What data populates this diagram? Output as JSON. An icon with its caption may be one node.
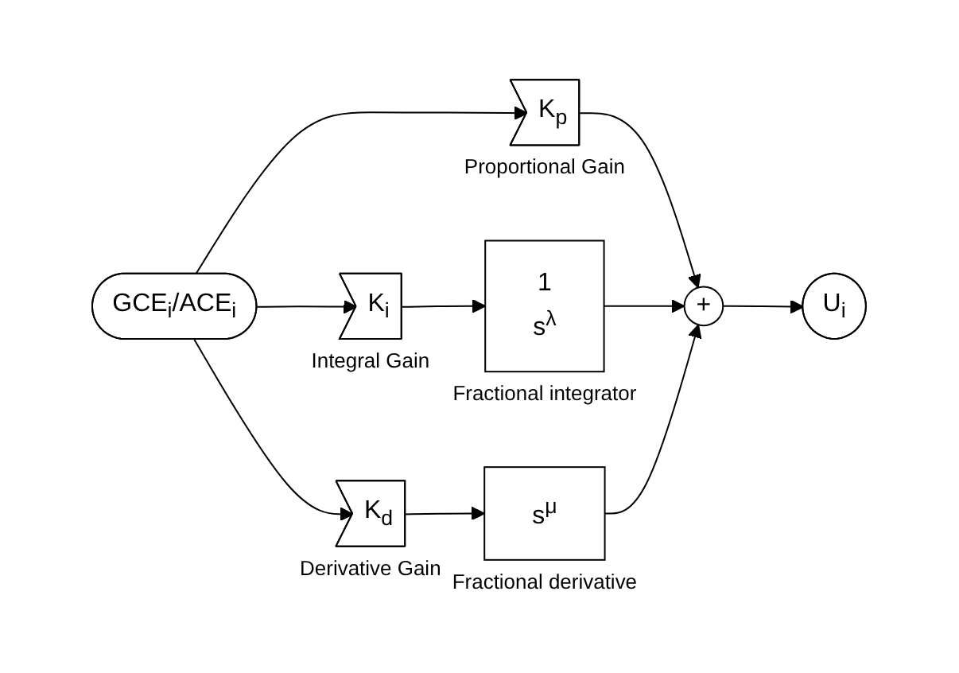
{
  "diagram": {
    "nodes": [
      {
        "text": [
          "GCE$_{i}$/ACE$_{i}$"
        ]
      },
      {
        "text": [
          "K$_{p}$"
        ],
        "beside": [
          "Proportional Gain"
        ]
      },
      {
        "text": [
          "K$_{i}$"
        ],
        "beside": [
          "Integral Gain"
        ]
      },
      {
        "text": [
          "K$_{d}$"
        ],
        "beside": [
          "Derivative Gain"
        ]
      },
      {
        "text": [
          "1",
          "s$^{λ}$"
        ],
        "beside": [
          "Fractional integrator"
        ]
      },
      {
        "text": [
          "s$^{μ}$"
        ],
        "beside": [
          "Fractional derivative"
        ]
      },
      {
        "text": [
          "+"
        ]
      },
      {
        "text": [
          "U$_{i}$"
        ]
      }
    ],
    "edges": [
      {
        "from": 0,
        "to": 1,
        "arrow": "to"
      },
      {
        "from": 0,
        "to": 2,
        "arrow": "to"
      },
      {
        "from": 0,
        "to": 3,
        "arrow": "to"
      },
      {
        "from": 1,
        "to": 6,
        "arrow": "to"
      },
      {
        "from": 2,
        "to": 4,
        "arrow": "to"
      },
      {
        "from": 4,
        "to": 6,
        "arrow": "to"
      },
      {
        "from": 3,
        "to": 5,
        "arrow": "to"
      },
      {
        "from": 5,
        "to": 6,
        "arrow": "to"
      },
      {
        "from": 6,
        "to": 7,
        "arrow": "to"
      }
    ]
  }
}
